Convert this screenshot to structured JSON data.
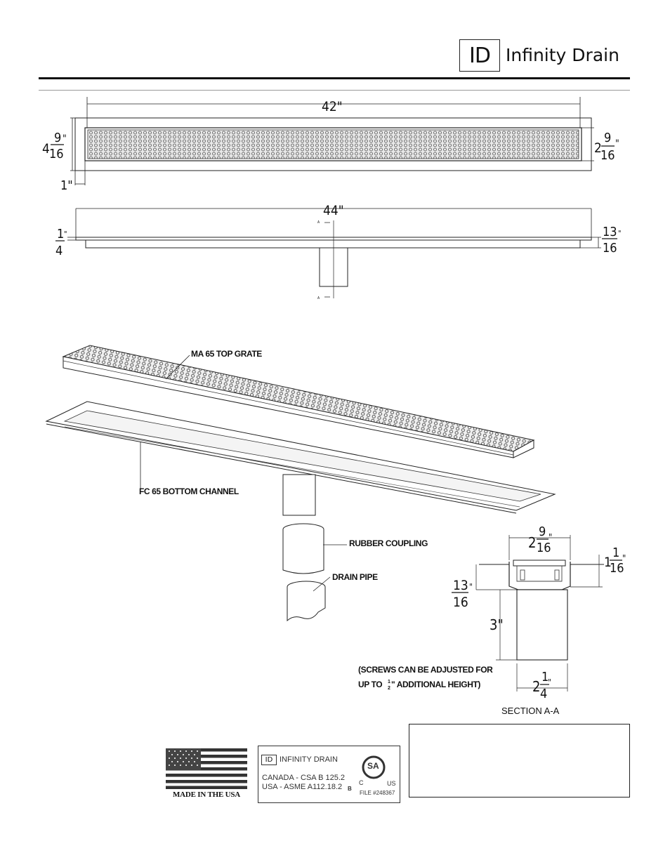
{
  "header": {
    "logo_mark": "ID",
    "brand_name": "Infinity Drain"
  },
  "top_view": {
    "length": "42\"",
    "width_whole": "4",
    "width_num": "9",
    "width_den": "16",
    "width_unit": "\"",
    "grate_whole": "2",
    "grate_num": "9",
    "grate_den": "16",
    "grate_unit": "\"",
    "offset": "1\""
  },
  "side_view": {
    "length": "44\"",
    "left_num": "1",
    "left_unit": "\"",
    "left_den": "4",
    "right_num": "13",
    "right_unit": "\"",
    "right_den": "16",
    "section_marker": "A"
  },
  "exploded_view": {
    "grate_label": "MA 65 TOP GRATE",
    "channel_label": "FC 65 BOTTOM CHANNEL",
    "coupling_label": "RUBBER COUPLING",
    "pipe_label": "DRAIN PIPE"
  },
  "section_view": {
    "title": "SECTION A-A",
    "top_whole": "2",
    "top_num": "9",
    "top_den": "16",
    "top_unit": "\"",
    "flange_whole": "1",
    "flange_num": "1",
    "flange_den": "16",
    "flange_unit": "\"",
    "left_num": "13",
    "left_unit": "\"",
    "left_den": "16",
    "outlet_height": "3\"",
    "outlet_whole": "2",
    "outlet_num": "1",
    "outlet_den": "4",
    "outlet_unit": "\"",
    "note_line1": "(SCREWS CAN BE ADJUSTED FOR",
    "note_line2_a": "UP TO ",
    "note_line2_num": "1",
    "note_line2_den": "2",
    "note_line2_b": "\" ADDITIONAL HEIGHT)"
  },
  "certification": {
    "made_in": "MADE IN THE USA",
    "cert_logo": "ID",
    "cert_brand": "INFINITY DRAIN",
    "canada": "CANADA - CSA B 125.2",
    "usa": "USA - ASME A112.18.2",
    "b_mark": "B",
    "c_mark": "C",
    "us_mark": "US",
    "file": "FILE #248367"
  },
  "colors": {
    "line": "#222222",
    "grate_fill": "#b8b8b8",
    "flag_red": "#333333",
    "flag_blue": "#444444"
  }
}
